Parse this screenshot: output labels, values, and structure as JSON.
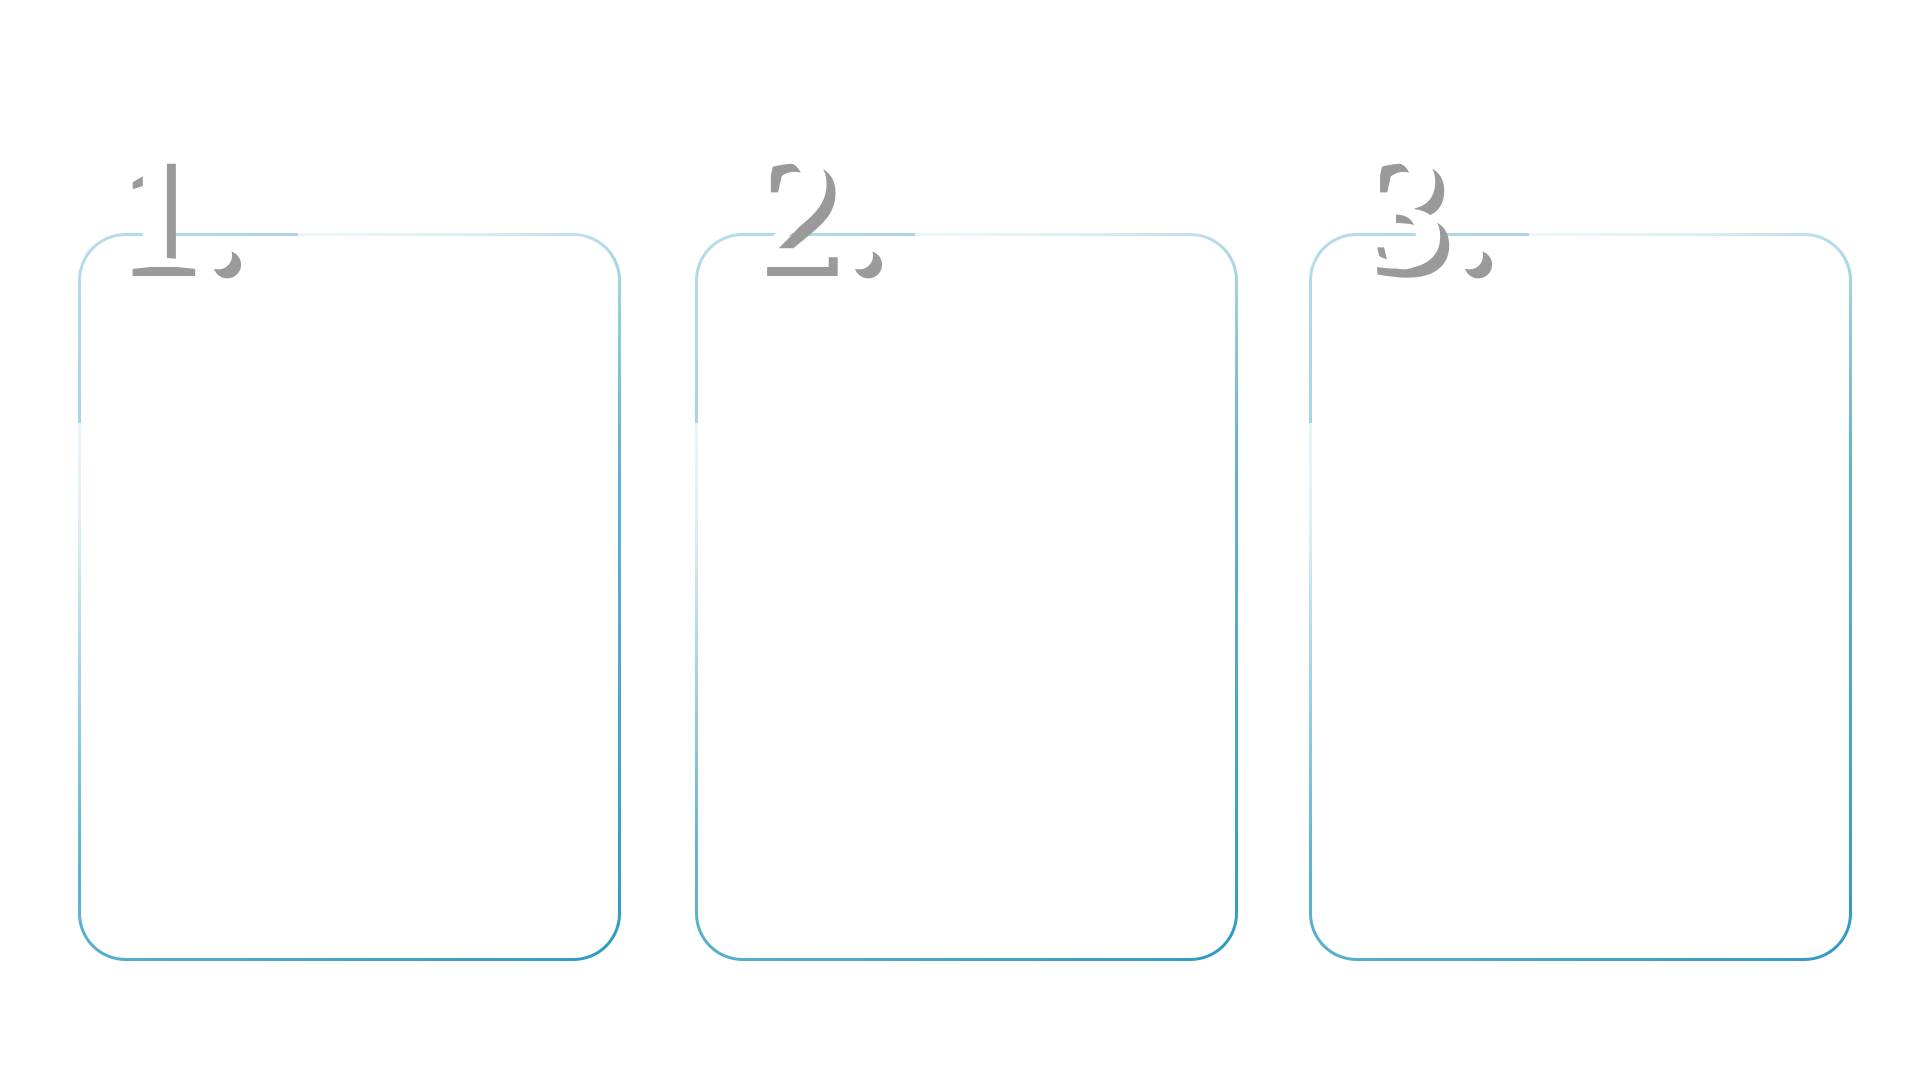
{
  "panels": [
    {
      "number": "1."
    },
    {
      "number": "2."
    },
    {
      "number": "3."
    }
  ],
  "colors": {
    "background": "#ffffff",
    "frame_stroke": "#2e9bc0",
    "number_fill": "#ffffff",
    "number_shadow": "#9a9a9a"
  }
}
